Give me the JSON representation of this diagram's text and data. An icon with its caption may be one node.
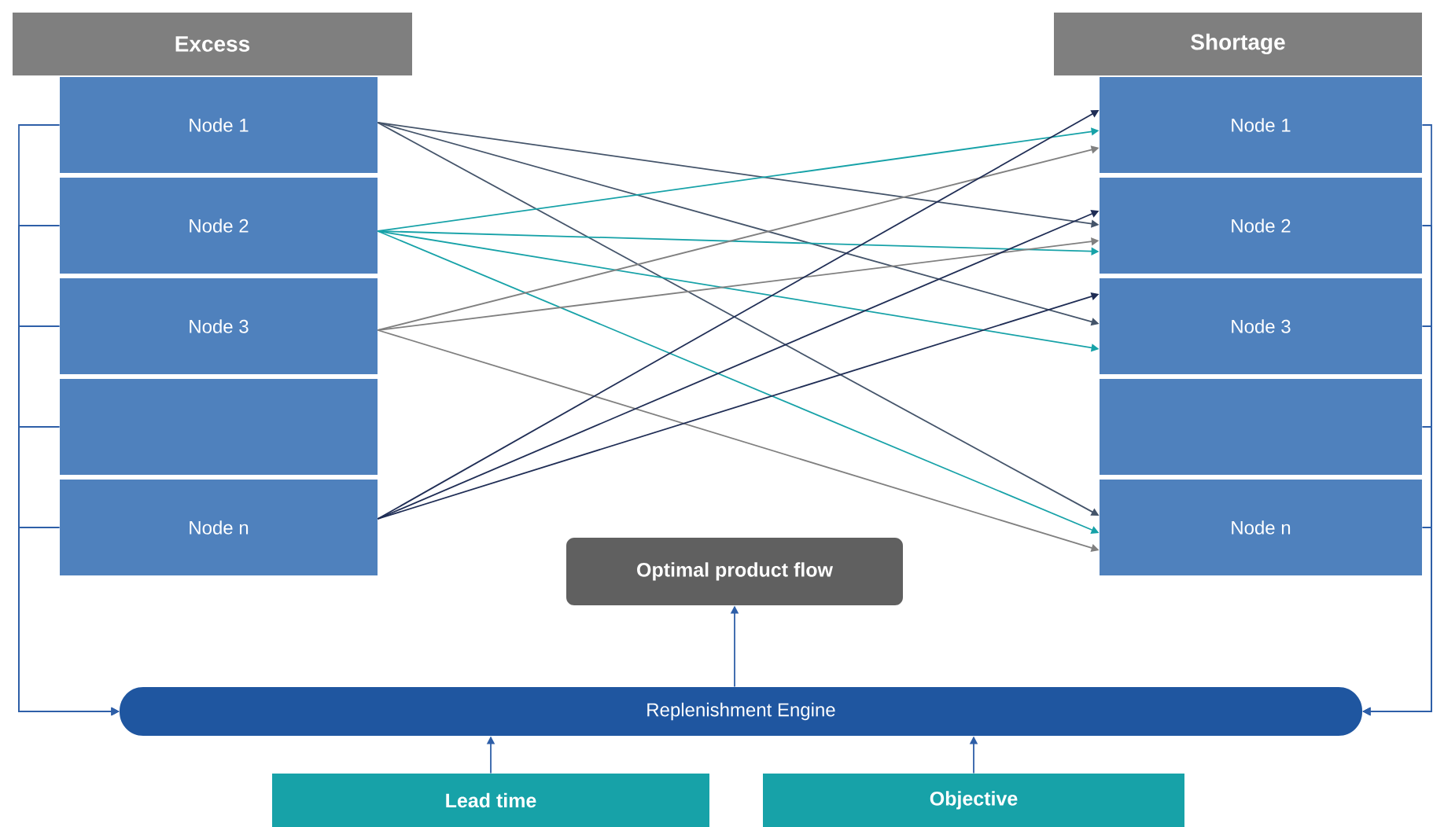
{
  "diagram": {
    "nodes": [
      {
        "text": [
          "Excess"
        ]
      },
      {
        "text": [
          "Shortage"
        ]
      },
      {
        "text": [
          "Node 1"
        ]
      },
      {
        "text": [
          "Node 2"
        ]
      },
      {
        "text": [
          "Node 3"
        ]
      },
      {
        "text": [],
        "shape": "box"
      },
      {
        "text": [
          "Node n"
        ]
      },
      {
        "text": [
          "Node 1"
        ]
      },
      {
        "text": [
          "Node 2"
        ]
      },
      {
        "text": [
          "Node 3"
        ]
      },
      {
        "text": [],
        "shape": "box"
      },
      {
        "text": [
          "Node n"
        ]
      },
      {
        "text": [
          "Optimal product flow"
        ]
      },
      {
        "text": [
          "Replenishment Engine"
        ]
      },
      {
        "text": [
          "Lead time"
        ]
      },
      {
        "text": [
          "Objective"
        ]
      }
    ],
    "edges": [
      {
        "from": 2,
        "to": 8,
        "arrow": "to",
        "color": "#44546a"
      },
      {
        "from": 2,
        "to": 9,
        "arrow": "to",
        "color": "#44546a"
      },
      {
        "from": 2,
        "to": 11,
        "arrow": "to",
        "color": "#44546a"
      },
      {
        "from": 3,
        "to": 7,
        "arrow": "to",
        "color": "#17a2a8"
      },
      {
        "from": 3,
        "to": 8,
        "arrow": "to",
        "color": "#17a2a8"
      },
      {
        "from": 3,
        "to": 9,
        "arrow": "to",
        "color": "#17a2a8"
      },
      {
        "from": 3,
        "to": 11,
        "arrow": "to",
        "color": "#17a2a8"
      },
      {
        "from": 4,
        "to": 7,
        "arrow": "to",
        "color": "#808080"
      },
      {
        "from": 4,
        "to": 8,
        "arrow": "to",
        "color": "#808080"
      },
      {
        "from": 4,
        "to": 11,
        "arrow": "to",
        "color": "#808080"
      },
      {
        "from": 6,
        "to": 7,
        "arrow": "to",
        "color": "#1f2d55"
      },
      {
        "from": 6,
        "to": 8,
        "arrow": "to",
        "color": "#1f2d55"
      },
      {
        "from": 6,
        "to": 9,
        "arrow": "to",
        "color": "#1f2d55"
      },
      {
        "from": 2,
        "to": 13,
        "arrow": "to"
      },
      {
        "from": 3,
        "to": 13,
        "arrow": "to"
      },
      {
        "from": 4,
        "to": 13,
        "arrow": "to"
      },
      {
        "from": 5,
        "to": 13,
        "arrow": "to"
      },
      {
        "from": 6,
        "to": 13,
        "arrow": "to"
      },
      {
        "from": 7,
        "to": 13,
        "arrow": "to"
      },
      {
        "from": 8,
        "to": 13,
        "arrow": "to"
      },
      {
        "from": 9,
        "to": 13,
        "arrow": "to"
      },
      {
        "from": 10,
        "to": 13,
        "arrow": "to"
      },
      {
        "from": 11,
        "to": 13,
        "arrow": "to"
      },
      {
        "from": 13,
        "to": 12,
        "arrow": "to"
      },
      {
        "from": 14,
        "to": 13,
        "arrow": "to"
      },
      {
        "from": 15,
        "to": 13,
        "arrow": "to"
      }
    ]
  }
}
